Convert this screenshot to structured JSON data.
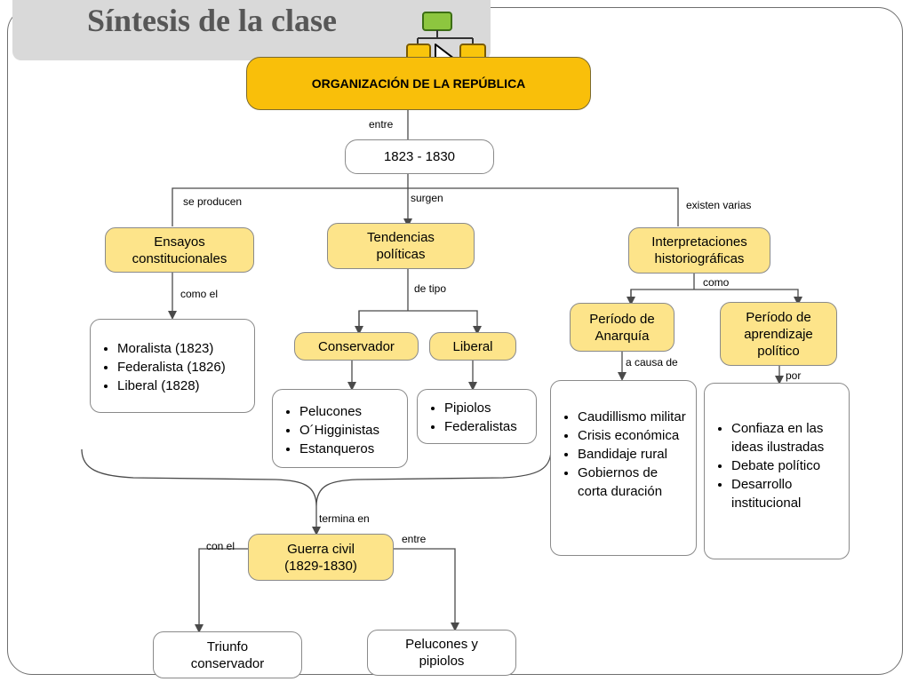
{
  "title": "Síntesis de la clase",
  "icon": "flowchart-pointer-icon",
  "colors": {
    "main": "#f9bf0a",
    "node": "#fde48a",
    "icon_green": "#8dc63f"
  },
  "main_node": "ORGANIZACIÓN DE LA REPÚBLICA",
  "labels": {
    "entre": "entre",
    "se_producen": "se producen",
    "surgen": "surgen",
    "existen_varias": "existen varias",
    "como_el": "como el",
    "de_tipo": "de tipo",
    "como": "como",
    "a_causa_de": "a causa de",
    "por": "por",
    "termina_en": "termina en",
    "con_el": "con el",
    "entre2": "entre"
  },
  "period": "1823 - 1830",
  "ensayos": {
    "line1": "Ensayos",
    "line2": "constitucionales"
  },
  "ensayos_list": [
    "Moralista (1823)",
    "Federalista (1826)",
    "Liberal (1828)"
  ],
  "tendencias": {
    "line1": "Tendencias",
    "line2": "políticas"
  },
  "conservador": "Conservador",
  "liberal": "Liberal",
  "conservador_list": [
    "Pelucones",
    "O´Higginistas",
    "Estanqueros"
  ],
  "liberal_list": [
    "Pipiolos",
    "Federalistas"
  ],
  "interpretaciones": {
    "line1": "Interpretaciones",
    "line2": "historiográficas"
  },
  "anarquia": {
    "line1": "Período de",
    "line2": "Anarquía"
  },
  "aprendizaje": {
    "line1": "Período de",
    "line2": "aprendizaje",
    "line3": "político"
  },
  "anarquia_list": [
    "Caudillismo militar",
    "Crisis económica",
    "Bandidaje rural",
    "Gobiernos de corta duración"
  ],
  "aprendizaje_list": [
    "Confiaza en las ideas ilustradas",
    "Debate político",
    "Desarrollo institucional"
  ],
  "guerra": {
    "line1": "Guerra civil",
    "line2": "(1829-1830)"
  },
  "triunfo": {
    "line1": "Triunfo",
    "line2": "conservador"
  },
  "pelucones_pipiolos": {
    "line1": "Pelucones y",
    "line2": "pipiolos"
  }
}
